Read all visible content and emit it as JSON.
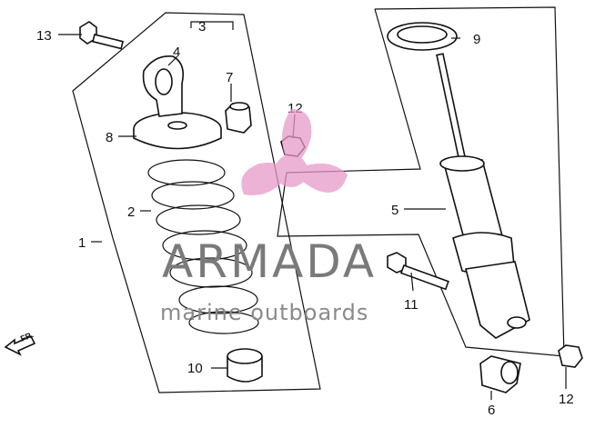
{
  "diagram": {
    "callouts": [
      "1",
      "2",
      "3",
      "4",
      "5",
      "6",
      "7",
      "8",
      "9",
      "10",
      "11",
      "12",
      "12",
      "13"
    ],
    "direction_label": "FR."
  },
  "watermark": {
    "brand": "ARMADA",
    "tagline": "marine outboards",
    "logo_color": "#e89ac9"
  }
}
